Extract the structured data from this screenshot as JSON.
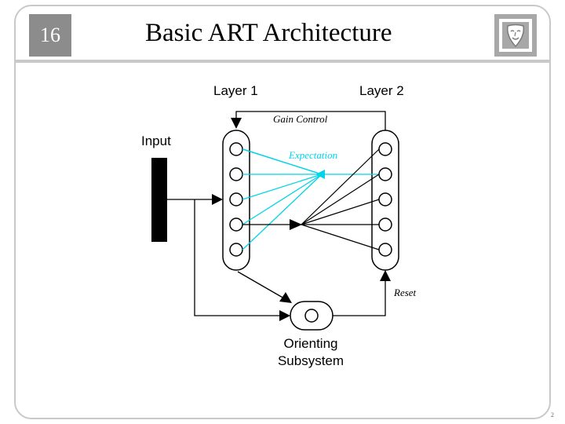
{
  "slide": {
    "number": "16",
    "title": "Basic ART Architecture",
    "page_number": "2"
  },
  "diagram": {
    "layer1_label": "Layer 1",
    "layer2_label": "Layer 2",
    "input_label": "Input",
    "gain_control_label": "Gain Control",
    "expectation_label": "Expectation",
    "reset_label": "Reset",
    "orienting_label_line1": "Orienting",
    "orienting_label_line2": "Subsystem",
    "colors": {
      "expectation": "#00d4e6",
      "lines": "#000000"
    }
  },
  "logo": {
    "icon": "mask-icon"
  }
}
